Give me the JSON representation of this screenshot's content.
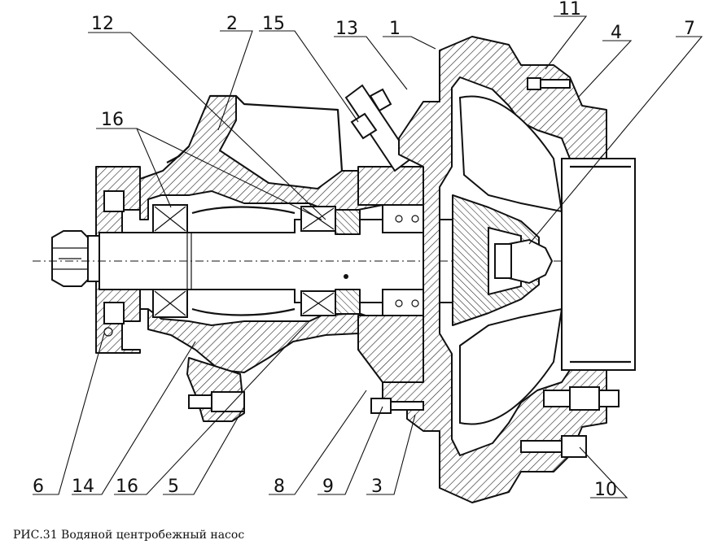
{
  "caption": "РИС.31 Водяной центробежный насос",
  "callouts": [
    {
      "id": "12",
      "label": "12"
    },
    {
      "id": "2",
      "label": "2"
    },
    {
      "id": "15",
      "label": "15"
    },
    {
      "id": "13",
      "label": "13"
    },
    {
      "id": "1",
      "label": "1"
    },
    {
      "id": "11",
      "label": "11"
    },
    {
      "id": "4",
      "label": "4"
    },
    {
      "id": "7",
      "label": "7"
    },
    {
      "id": "16a",
      "label": "16"
    },
    {
      "id": "6",
      "label": "6"
    },
    {
      "id": "14",
      "label": "14"
    },
    {
      "id": "16b",
      "label": "16"
    },
    {
      "id": "5",
      "label": "5"
    },
    {
      "id": "8",
      "label": "8"
    },
    {
      "id": "9",
      "label": "9"
    },
    {
      "id": "3",
      "label": "3"
    },
    {
      "id": "10",
      "label": "10"
    }
  ]
}
